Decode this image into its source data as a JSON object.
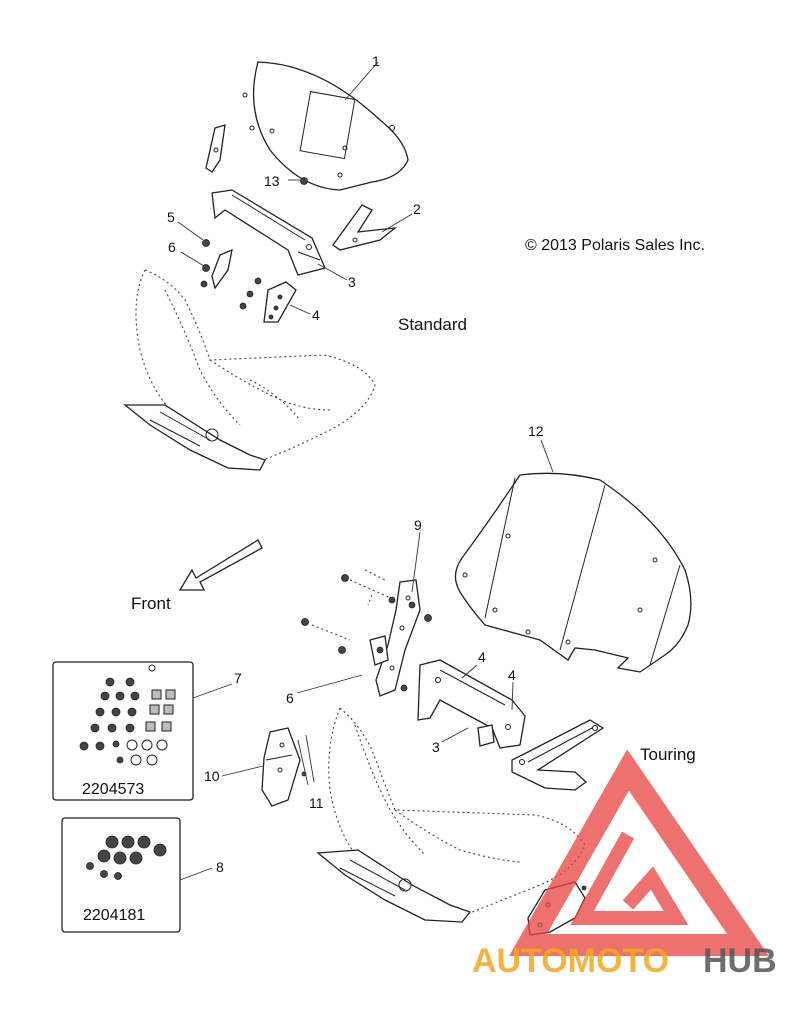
{
  "copyright": "© 2013 Polaris Sales Inc.",
  "views": {
    "standard": "Standard",
    "touring": "Touring",
    "front": "Front"
  },
  "callouts": {
    "c1": "1",
    "c2": "2",
    "c3_std": "3",
    "c4_std": "4",
    "c5": "5",
    "c6_std": "6",
    "c13": "13",
    "c12": "12",
    "c9": "9",
    "c4_tour_a": "4",
    "c4_tour_b": "4",
    "c3_tour": "3",
    "c6_tour": "6",
    "c7": "7",
    "c8": "8",
    "c10": "10",
    "c11": "11"
  },
  "kits": {
    "kit_7_part_number": "2204573",
    "kit_8_part_number": "2204181"
  },
  "watermark": {
    "brand_part_1": "AUTOMOTO",
    "brand_part_2": "HUB",
    "color_primary": "#e8423f",
    "color_secondary": "#f5a623",
    "color_tertiary": "#555555",
    "icon": "triangle-logo-icon"
  }
}
